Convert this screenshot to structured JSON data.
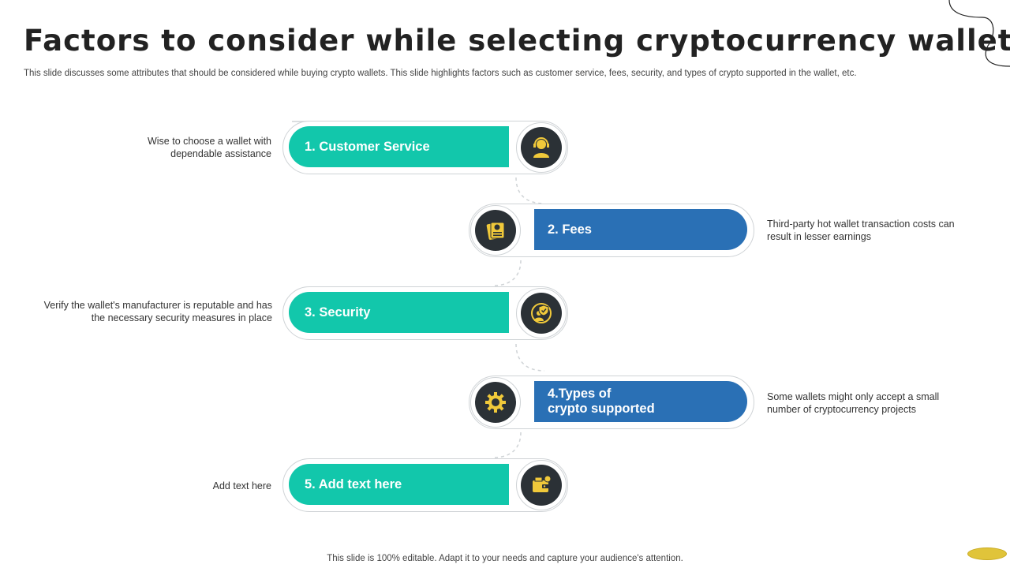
{
  "title": "Factors to consider while selecting cryptocurrency wallet",
  "subtitle": "This slide discusses some attributes that should be considered while buying crypto wallets. This slide highlights factors such as customer service, fees, security, and types of crypto supported in the wallet, etc.",
  "footer": "This slide is 100% editable. Adapt it to your needs and capture your audience's attention.",
  "colors": {
    "green": "#12c7ab",
    "blue": "#2a70b5",
    "icon_bg": "#2b3136",
    "icon_fg": "#f0c93a"
  },
  "factors": [
    {
      "label": "1. Customer Service",
      "desc": "Wise to choose a wallet with dependable assistance",
      "icon": "customer-support-icon"
    },
    {
      "label": "2. Fees",
      "desc": "Third-party  hot wallet transaction costs can result in lesser earnings",
      "icon": "fee-document-icon"
    },
    {
      "label": "3. Security",
      "desc": "Verify the wallet's manufacturer  is reputable and has the necessary security measures in place",
      "icon": "security-shield-user-icon"
    },
    {
      "label_line1": "4.Types of",
      "label_line2": "crypto supported",
      "desc": "Some wallets might only accept a small number  of cryptocurrency projects",
      "icon": "gear-icon"
    },
    {
      "label": "5. Add text here",
      "desc": "Add text here",
      "icon": "wallet-icon"
    }
  ]
}
